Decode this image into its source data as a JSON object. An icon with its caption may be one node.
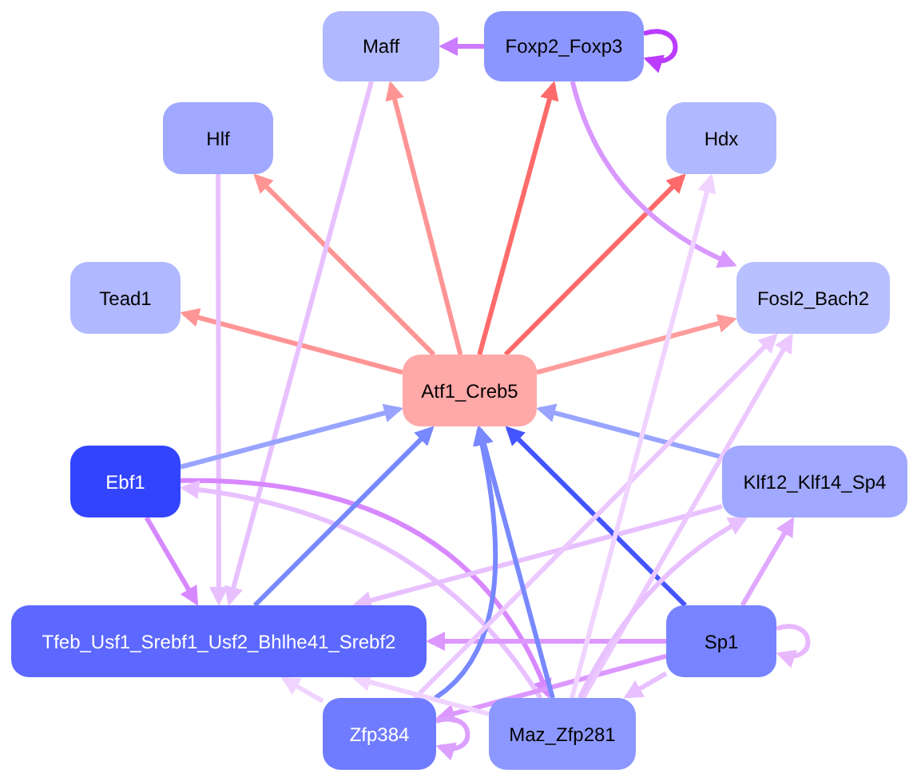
{
  "diagram": {
    "nodes": [
      {
        "text": [
          "Maff"
        ]
      },
      {
        "text": [
          "Foxp2_Foxp3"
        ]
      },
      {
        "text": [
          "Hlf"
        ]
      },
      {
        "text": [
          "Hdx"
        ]
      },
      {
        "text": [
          "Tead1"
        ]
      },
      {
        "text": [
          "Fosl2_Bach2"
        ]
      },
      {
        "text": [
          "Atf1_Creb5"
        ]
      },
      {
        "text": [
          "Ebf1"
        ]
      },
      {
        "text": [
          "Klf12_Klf14_Sp4"
        ]
      },
      {
        "text": [
          "Tfeb_Usf1_Srebf1_Usf2_Bhlhe41_Srebf2"
        ]
      },
      {
        "text": [
          "Sp1"
        ]
      },
      {
        "text": [
          "Zfp384"
        ]
      },
      {
        "text": [
          "Maz_Zfp281"
        ]
      }
    ],
    "edges": [
      {
        "from": 6,
        "to": 0,
        "arrow": "to",
        "color": "#ff9494"
      },
      {
        "from": 6,
        "to": 1,
        "arrow": "to",
        "color": "#ff6a6a"
      },
      {
        "from": 6,
        "to": 2,
        "arrow": "to",
        "color": "#ff9494"
      },
      {
        "from": 6,
        "to": 3,
        "arrow": "to",
        "color": "#ff6a6a"
      },
      {
        "from": 6,
        "to": 4,
        "arrow": "to",
        "color": "#ff9494"
      },
      {
        "from": 6,
        "to": 5,
        "arrow": "to",
        "color": "#ff9c9c"
      },
      {
        "from": 1,
        "to": 0,
        "arrow": "to",
        "color": "#cc7cff"
      },
      {
        "from": 1,
        "to": 1,
        "arrow": "to",
        "color": "#bb3cff"
      },
      {
        "from": 1,
        "to": 5,
        "arrow": "to",
        "color": "#d898ff"
      },
      {
        "from": 0,
        "to": 9,
        "arrow": "to",
        "color": "#e8c0ff"
      },
      {
        "from": 2,
        "to": 9,
        "arrow": "to",
        "color": "#e8c0ff"
      },
      {
        "from": 7,
        "to": 6,
        "arrow": "to",
        "color": "#98a4ff"
      },
      {
        "from": 7,
        "to": 9,
        "arrow": "to",
        "color": "#d888ff"
      },
      {
        "from": 7,
        "to": 12,
        "arrow": "to",
        "color": "#d888ff"
      },
      {
        "from": 12,
        "to": 7,
        "arrow": "to",
        "color": "#e8c0ff"
      },
      {
        "from": 8,
        "to": 6,
        "arrow": "to",
        "color": "#98a4ff"
      },
      {
        "from": 8,
        "to": 9,
        "arrow": "to",
        "color": "#e8c0ff"
      },
      {
        "from": 9,
        "to": 6,
        "arrow": "to",
        "color": "#7888ff"
      },
      {
        "from": 10,
        "to": 6,
        "arrow": "to",
        "color": "#4455ff"
      },
      {
        "from": 10,
        "to": 9,
        "arrow": "to",
        "color": "#dc98ff"
      },
      {
        "from": 10,
        "to": 8,
        "arrow": "to",
        "color": "#e0a8ff"
      },
      {
        "from": 10,
        "to": 10,
        "arrow": "to",
        "color": "#e8b8ff"
      },
      {
        "from": 10,
        "to": 11,
        "arrow": "to",
        "color": "#dc98ff"
      },
      {
        "from": 10,
        "to": 12,
        "arrow": "to",
        "color": "#e8c0ff"
      },
      {
        "from": 11,
        "to": 6,
        "arrow": "to",
        "color": "#7888ff"
      },
      {
        "from": 11,
        "to": 11,
        "arrow": "to",
        "color": "#dca0ff"
      },
      {
        "from": 11,
        "to": 9,
        "arrow": "to",
        "color": "#f0d4ff"
      },
      {
        "from": 11,
        "to": 5,
        "arrow": "to",
        "color": "#ecc8ff"
      },
      {
        "from": 12,
        "to": 6,
        "arrow": "to",
        "color": "#7888ff"
      },
      {
        "from": 12,
        "to": 9,
        "arrow": "to",
        "color": "#f0d4ff"
      },
      {
        "from": 12,
        "to": 3,
        "arrow": "to",
        "color": "#f0d4ff"
      },
      {
        "from": 12,
        "to": 5,
        "arrow": "to",
        "color": "#ecc8ff"
      },
      {
        "from": 12,
        "to": 8,
        "arrow": "to",
        "color": "#e8c0ff"
      }
    ]
  }
}
